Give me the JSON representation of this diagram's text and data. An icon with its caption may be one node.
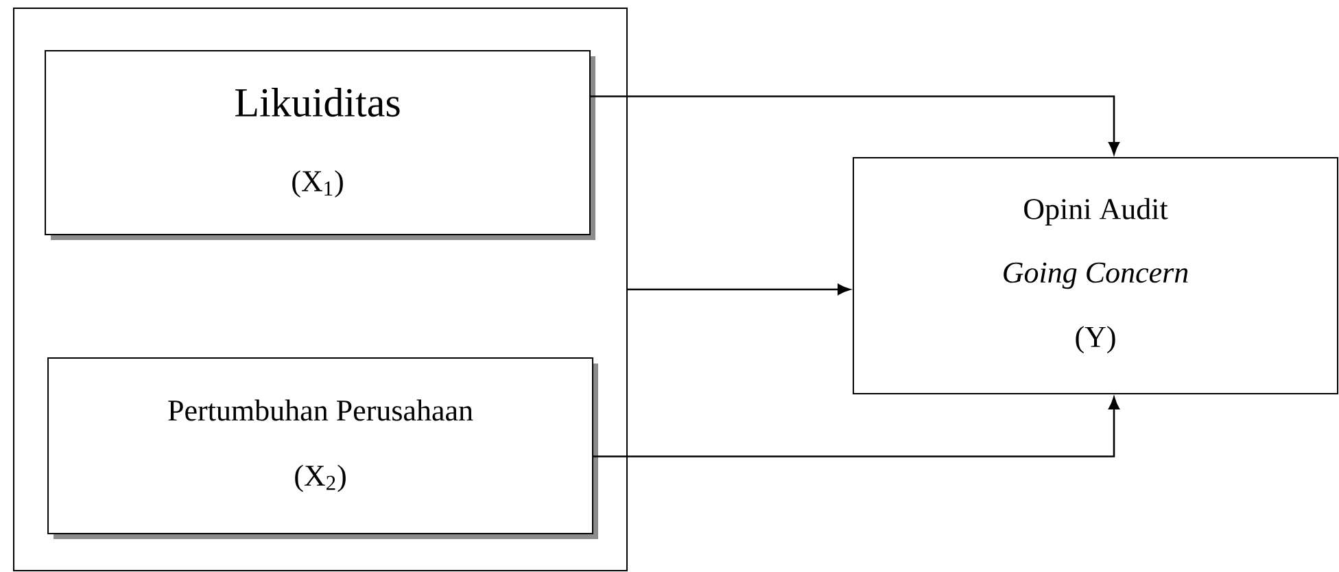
{
  "diagram": {
    "nodes": [
      {
        "text": [],
        "shape": "box"
      },
      {
        "text": [
          "Likuiditas",
          "(X$_{1}$)"
        ],
        "in": 0
      },
      {
        "text": [
          "Pertumbuhan Perusahaan",
          "(X$_{2}$)"
        ],
        "in": 0
      },
      {
        "text": [
          "Opini Audit",
          "Going Concern",
          "(Y)"
        ]
      }
    ],
    "edges": [
      {
        "from": 1,
        "to": 3,
        "arrow": "to"
      },
      {
        "from": 0,
        "to": 3,
        "arrow": "to"
      },
      {
        "from": 2,
        "to": 3,
        "arrow": "to"
      }
    ]
  }
}
